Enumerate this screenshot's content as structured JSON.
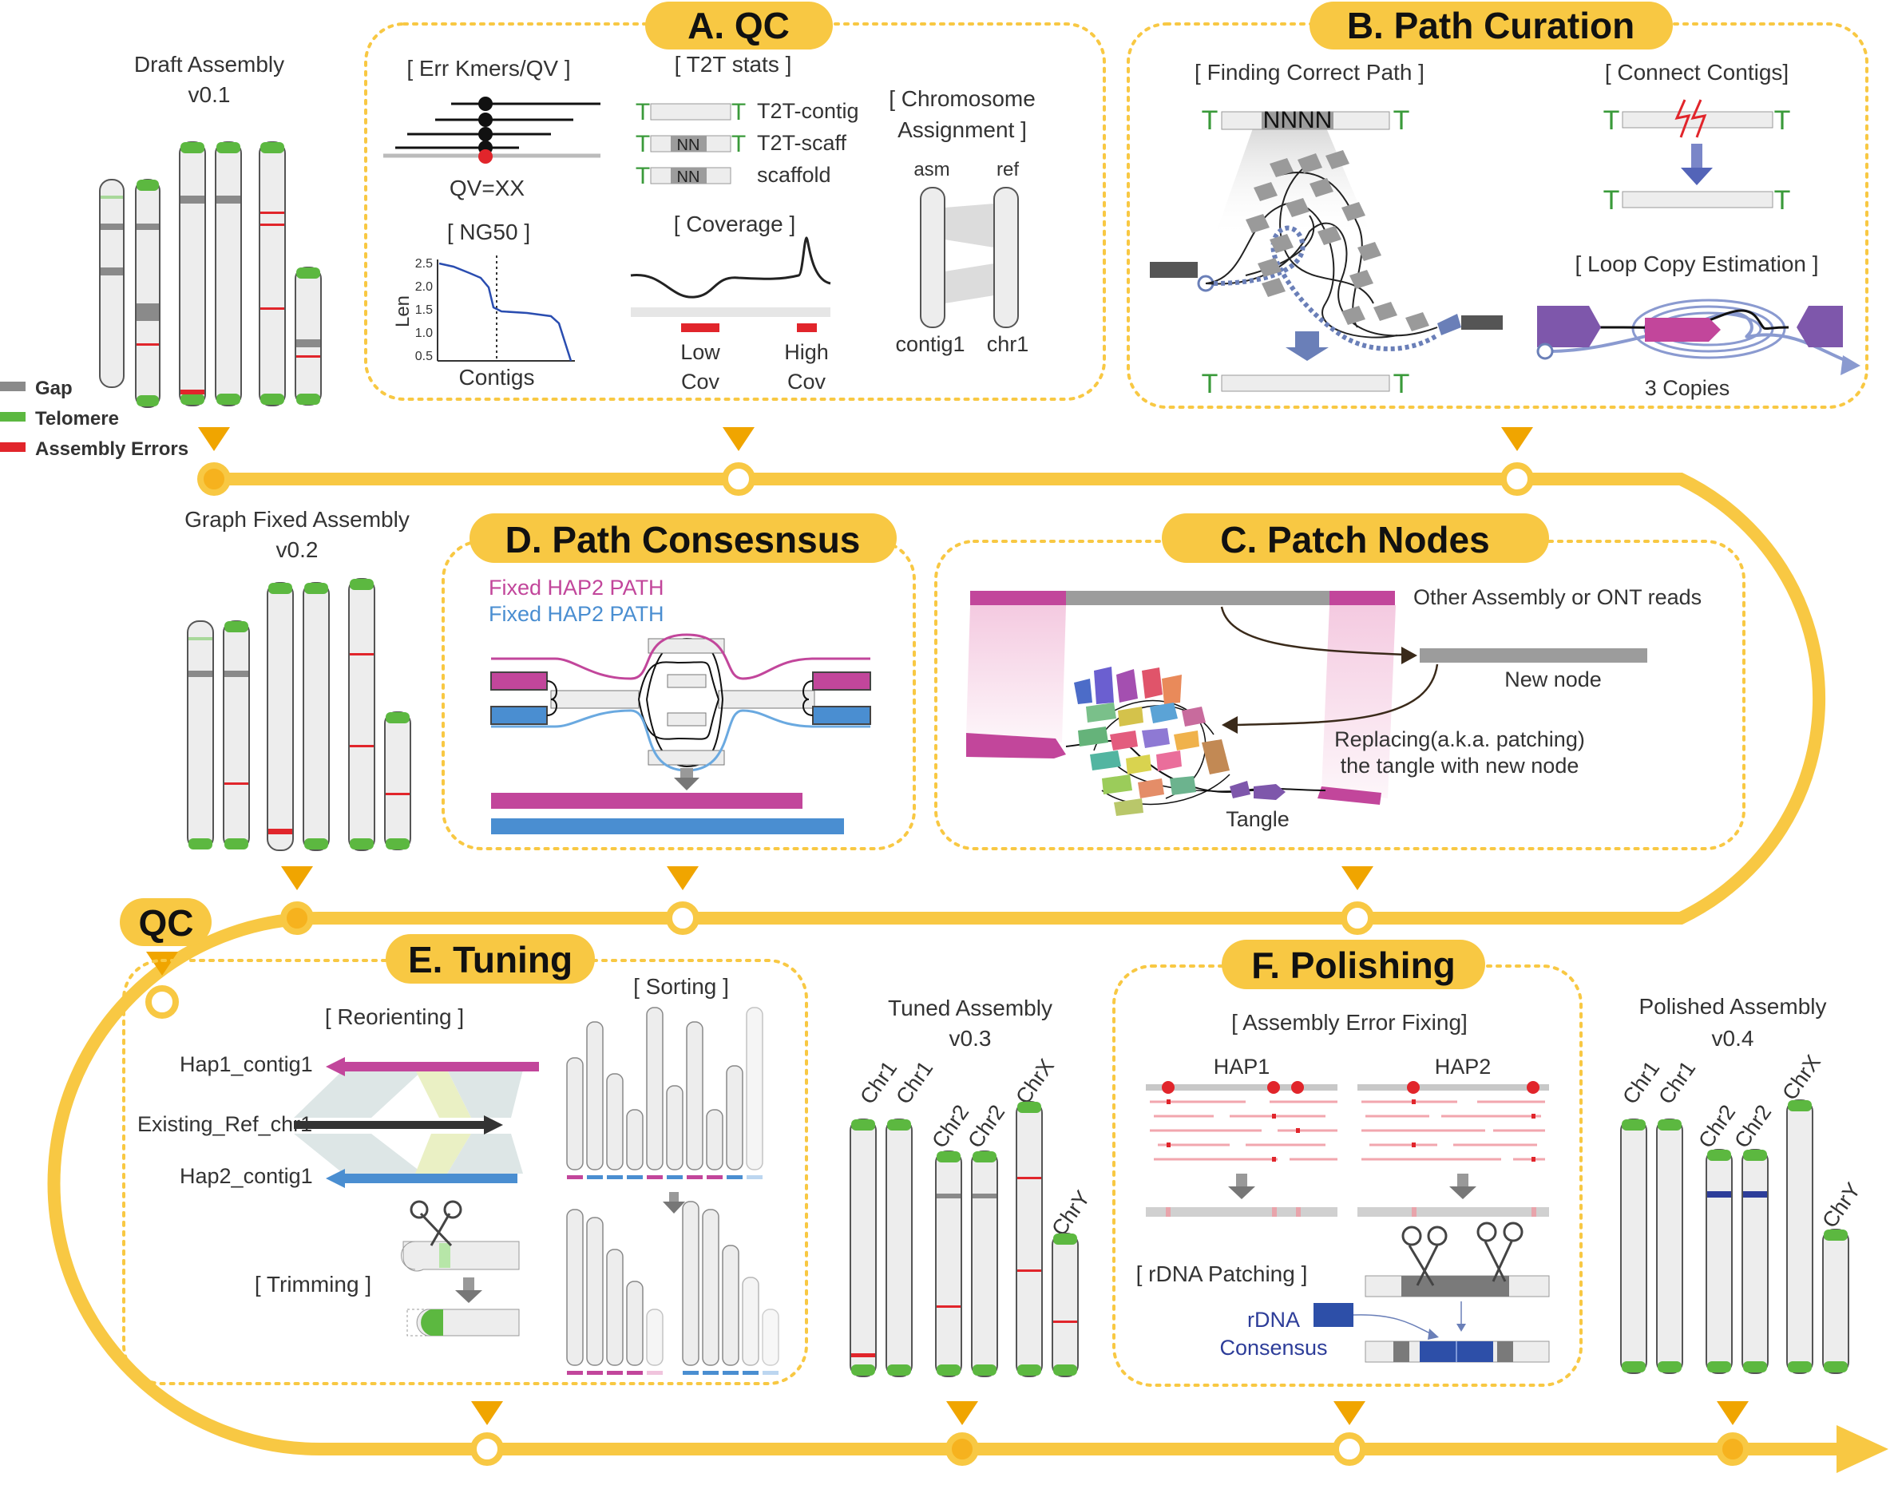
{
  "colors": {
    "yellow": "#F8C843",
    "yellow_dark": "#F0A500",
    "gap": "#8a8a8a",
    "telomere": "#5cb840",
    "error": "#e1252b",
    "magenta": "#c2469b",
    "blue": "#4a8ed1",
    "purple": "#7e57ab",
    "navy": "#2d3d99",
    "t_green": "#3a9a3a"
  },
  "legend": {
    "gap": "Gap",
    "telomere": "Telomere",
    "errors": "Assembly Errors"
  },
  "draft": {
    "title": "Draft Assembly",
    "version": "v0.1"
  },
  "graph_fixed": {
    "title": "Graph Fixed Assembly",
    "version": "v0.2"
  },
  "tuned": {
    "title": "Tuned Assembly",
    "version": "v0.3",
    "labels": [
      "Chr1",
      "Chr1",
      "Chr2",
      "Chr2",
      "ChrX",
      "ChrY"
    ]
  },
  "polished": {
    "title": "Polished Assembly",
    "version": "v0.4",
    "labels": [
      "Chr1",
      "Chr1",
      "Chr2",
      "Chr2",
      "ChrX",
      "ChrY"
    ]
  },
  "qc_marker": "QC",
  "sectionA": {
    "title": "A. QC",
    "err_kmers": "[ Err Kmers/QV ]",
    "qv": "QV=XX",
    "ng50": "[ NG50 ]",
    "ng50_y": "Len",
    "ng50_x": "Contigs",
    "ng50_ticks": [
      "2.5",
      "2.0",
      "1.5",
      "1.0",
      "0.5"
    ],
    "t2t_stats": "[ T2T stats ]",
    "t2t_rows": [
      "T2T-contig",
      "T2T-scaff",
      "scaffold"
    ],
    "nn": "NN",
    "coverage": "[ Coverage ]",
    "low_cov": [
      "Low",
      "Cov"
    ],
    "high_cov": [
      "High",
      "Cov"
    ],
    "chrom_assign": [
      "[ Chromosome",
      "Assignment ]"
    ],
    "asm": "asm",
    "ref": "ref",
    "contig1": "contig1",
    "chr1": "chr1",
    "t": "T"
  },
  "sectionB": {
    "title": "B. Path Curation",
    "finding": "[ Finding Correct Path ]",
    "nnnn": "NNNN",
    "connect": "[ Connect Contigs]",
    "loop": "[ Loop Copy Estimation ]",
    "copies": "3 Copies"
  },
  "sectionC": {
    "title": "C. Patch Nodes",
    "other": "Other Assembly or ONT reads",
    "new_node": "New node",
    "replacing": [
      "Replacing(a.k.a. patching)",
      "the tangle with new node"
    ],
    "tangle": "Tangle"
  },
  "sectionD": {
    "title": "D. Path Consesnsus",
    "hap_magenta": "Fixed HAP2 PATH",
    "hap_blue": "Fixed HAP2 PATH"
  },
  "sectionE": {
    "title": "E. Tuning",
    "reorienting": "[ Reorienting ]",
    "hap1": "Hap1_contig1",
    "existing": "Existing_Ref_chr1",
    "hap2": "Hap2_contig1",
    "trimming": "[ Trimming ]",
    "sorting": "[ Sorting ]"
  },
  "sectionF": {
    "title": "F. Polishing",
    "error_fixing": "[ Assembly Error Fixing]",
    "hap1": "HAP1",
    "hap2": "HAP2",
    "rdna": "[ rDNA Patching ]",
    "rdna_consensus": [
      "rDNA",
      "Consensus"
    ]
  }
}
